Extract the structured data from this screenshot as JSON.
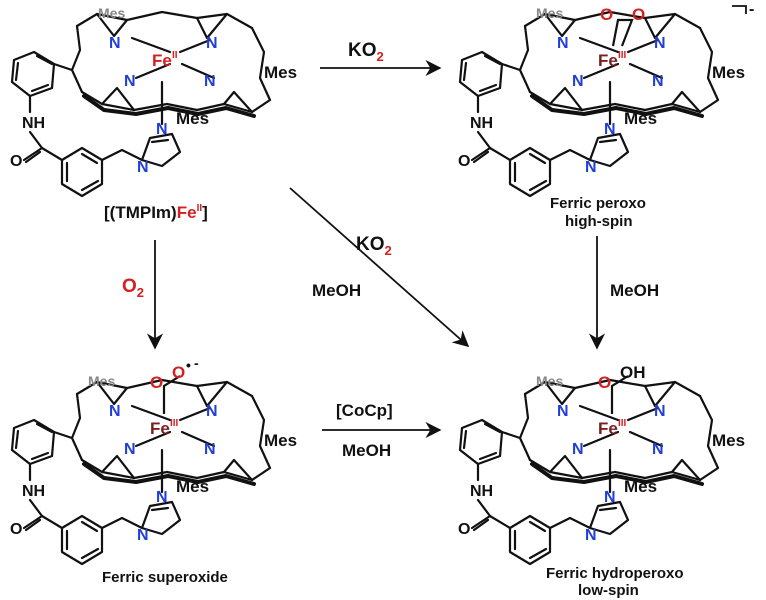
{
  "colors": {
    "black": "#111111",
    "nitrogen": "#1f3fd6",
    "iron_red": "#d42020",
    "iron_dark": "#7a2020",
    "mes_gray": "#888888",
    "background": "#ffffff"
  },
  "molecules": {
    "tl": {
      "mes_top": "Mes",
      "mes_right": "Mes",
      "mes_bottom": "Mes",
      "fe": "Fe",
      "fe_ox": "II",
      "nh": "NH",
      "o": "O",
      "n_por": "N",
      "n_im": "N",
      "name_prefix": "[(TMPIm)",
      "name_fe": "Fe",
      "name_ox": "II",
      "name_suffix": "]"
    },
    "tr": {
      "mes_top": "Mes",
      "mes_right": "Mes",
      "mes_bottom": "Mes",
      "fe": "Fe",
      "fe_ox": "III",
      "nh": "NH",
      "o": "O",
      "n_por": "N",
      "n_im": "N",
      "ligand_o1": "O",
      "ligand_o2": "O",
      "charge": "-",
      "name_line1": "Ferric peroxo",
      "name_line2": "high-spin"
    },
    "bl": {
      "mes_top": "Mes",
      "mes_right": "Mes",
      "mes_bottom": "Mes",
      "fe": "Fe",
      "fe_ox": "III",
      "nh": "NH",
      "o": "O",
      "n_por": "N",
      "n_im": "N",
      "ligand_o1": "O",
      "ligand_o2": "O",
      "radical": "•",
      "charge": "-",
      "name_line1": "Ferric superoxide"
    },
    "br": {
      "mes_top": "Mes",
      "mes_right": "Mes",
      "mes_bottom": "Mes",
      "fe": "Fe",
      "fe_ox": "III",
      "nh": "NH",
      "o": "O",
      "n_por": "N",
      "n_im": "N",
      "ligand_o1": "O",
      "ligand_h": "OH",
      "name_line1": "Ferric hydroperoxo",
      "name_line2": "low-spin"
    }
  },
  "arrows": {
    "top": {
      "reagent_main": "KO",
      "reagent_sub": "2"
    },
    "left": {
      "reagent_main": "O",
      "reagent_sub": "2"
    },
    "diagonal": {
      "reagent_main": "KO",
      "reagent_sub": "2",
      "solvent": "MeOH"
    },
    "right": {
      "solvent": "MeOH"
    },
    "bottom": {
      "reagent": "[CoCp]",
      "solvent": "MeOH"
    }
  }
}
